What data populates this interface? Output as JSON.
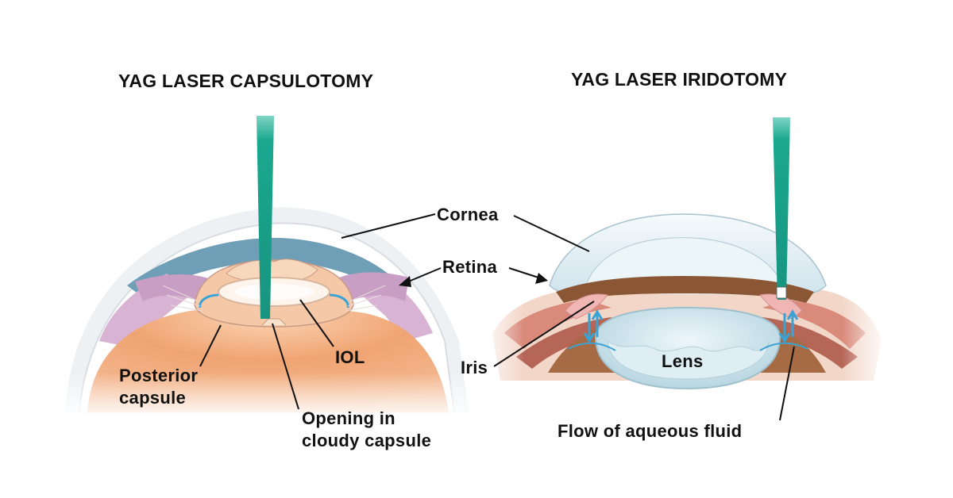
{
  "titles": {
    "left": "YAG LASER CAPSULOTOMY",
    "right": "YAG LASER IRIDOTOMY"
  },
  "labels": {
    "cornea": "Cornea",
    "retina": "Retina",
    "iol": "IOL",
    "posterior_capsule_1": "Posterior",
    "posterior_capsule_2": "capsule",
    "opening_1": "Opening in",
    "opening_2": "cloudy capsule",
    "iris": "Iris",
    "lens": "Lens",
    "flow": "Flow of aqueous fluid"
  },
  "colors": {
    "laser": "#1aa88f",
    "cornea": "#dfeef3",
    "iris": "#6f9fb6",
    "ciliary": "#d9b3d3",
    "interior": "#f0a070",
    "aqueous_flow": "#3aa3d6",
    "lens": "#c9e2ea"
  }
}
